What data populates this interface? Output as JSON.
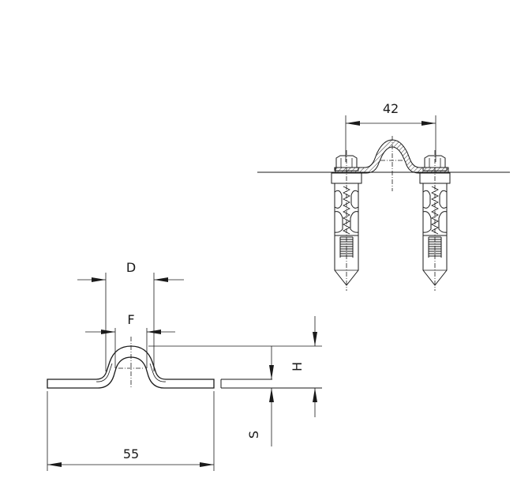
{
  "dimensions": {
    "top_width": "42",
    "d_label": "D",
    "f_label": "F",
    "h_label": "H",
    "s_label": "S",
    "bottom_width": "55"
  }
}
